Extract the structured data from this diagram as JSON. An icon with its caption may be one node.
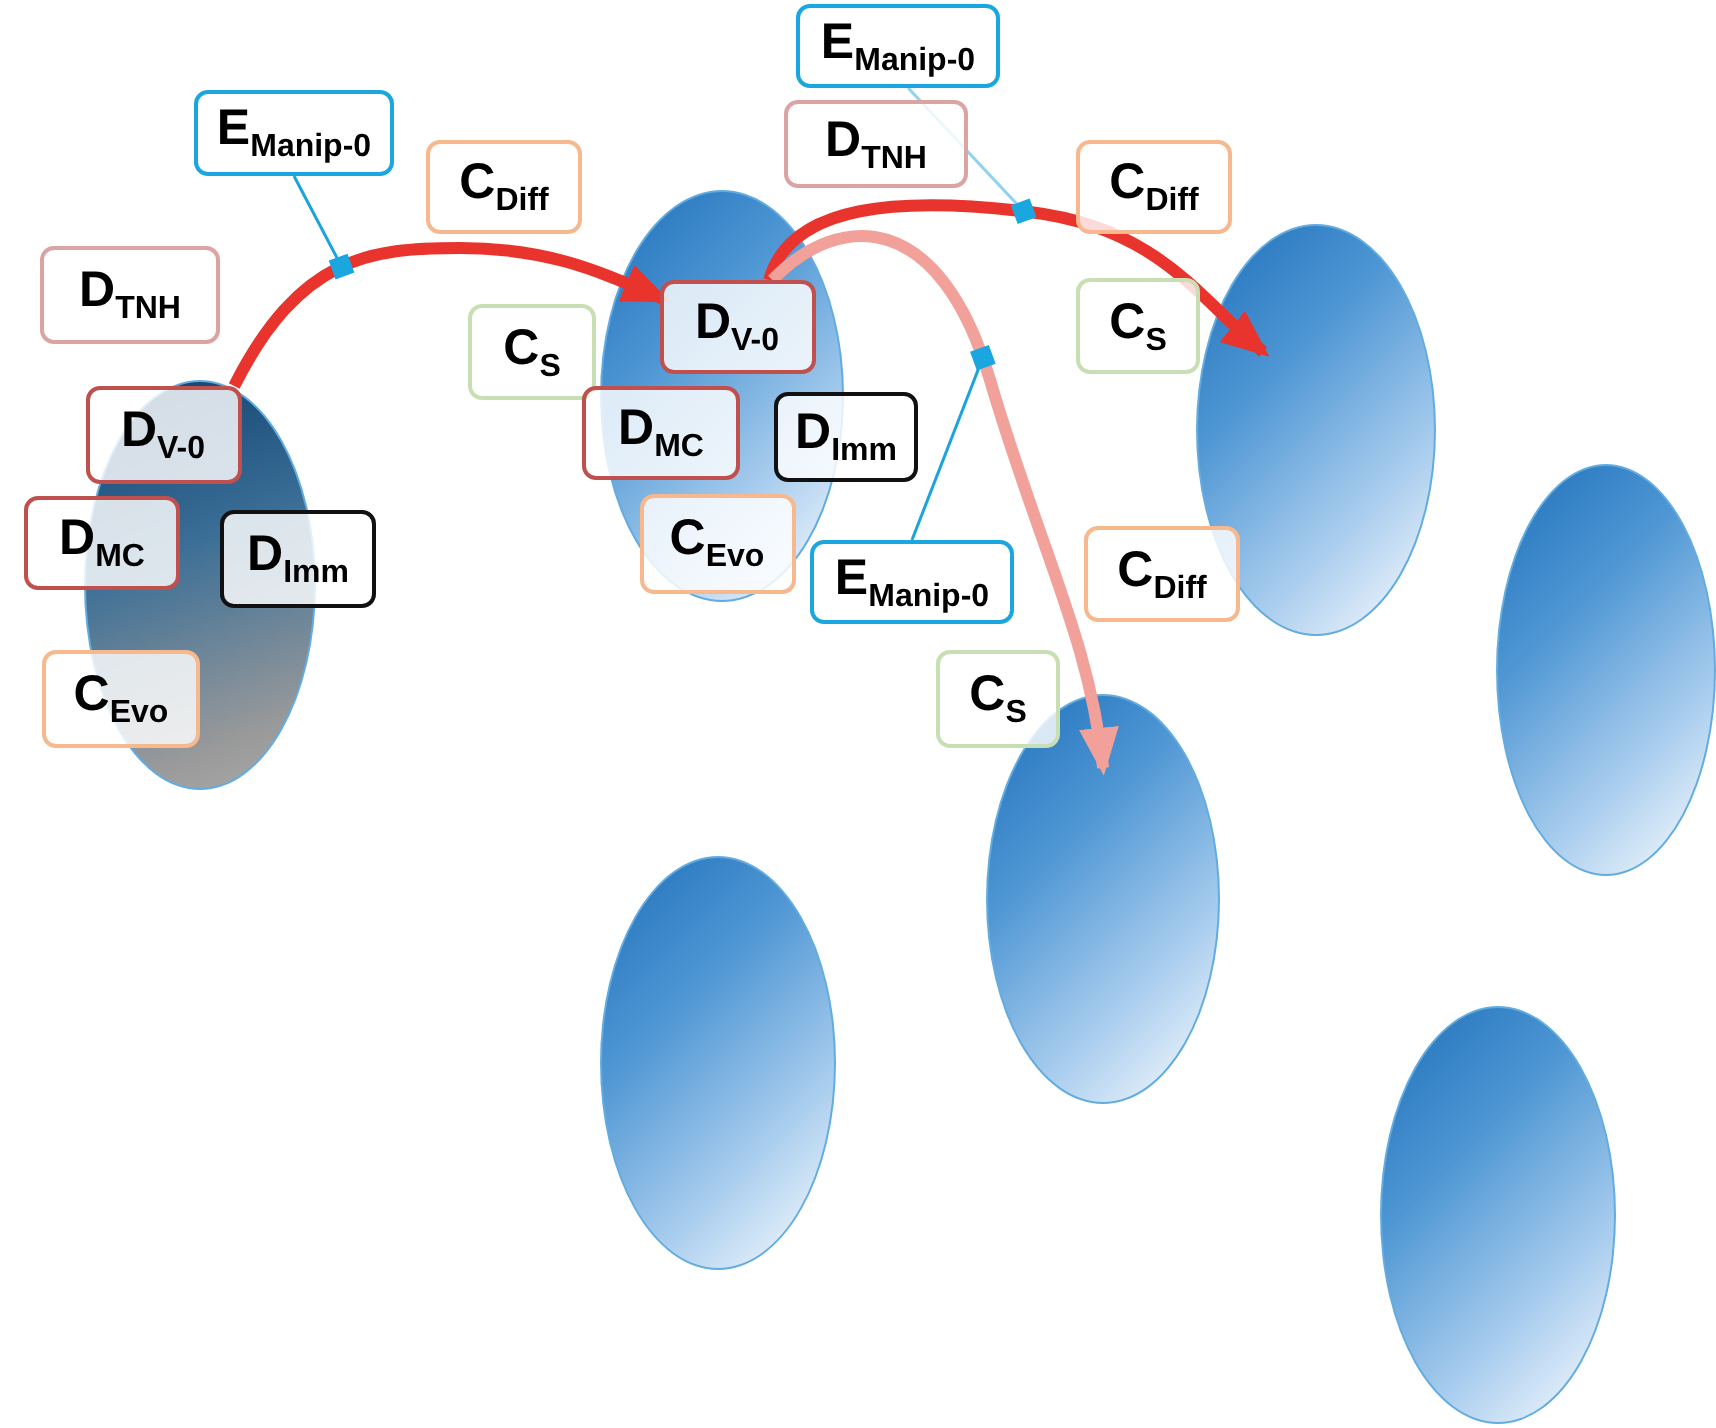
{
  "diagram": {
    "nodes": [
      {
        "text": [
          "E$_{Manip-0}$"
        ]
      },
      {
        "text": [
          "C$_{Diff}$"
        ]
      },
      {
        "text": [
          "D$_{TNH}$"
        ]
      },
      {
        "text": [
          "C$_{S}$"
        ]
      },
      {
        "text": [
          "D$_{V-0}$"
        ],
        "in": 19
      },
      {
        "text": [
          "D$_{MC}$"
        ]
      },
      {
        "text": [
          "D$_{Imm}$"
        ]
      },
      {
        "text": [
          "C$_{Evo}$"
        ]
      },
      {
        "text": [
          "E$_{Manip-0}$"
        ]
      },
      {
        "text": [
          "D$_{TNH}$"
        ]
      },
      {
        "text": [
          "C$_{Diff}$"
        ]
      },
      {
        "text": [
          "D$_{V-0}$"
        ],
        "in": 20
      },
      {
        "text": [
          "C$_{S}$"
        ]
      },
      {
        "text": [
          "D$_{MC}$"
        ]
      },
      {
        "text": [
          "D$_{Imm}$"
        ]
      },
      {
        "text": [
          "C$_{Evo}$"
        ],
        "in": 20
      },
      {
        "text": [
          "E$_{Manip-0}$"
        ]
      },
      {
        "text": [
          "C$_{Diff}$"
        ]
      },
      {
        "text": [
          "C$_{S}$"
        ]
      },
      {
        "text": [],
        "shape": "ellipse"
      },
      {
        "text": [],
        "shape": "ellipse"
      },
      {
        "text": [],
        "shape": "ellipse"
      },
      {
        "text": [],
        "shape": "ellipse"
      },
      {
        "text": [],
        "shape": "ellipse"
      },
      {
        "text": [],
        "shape": "ellipse"
      },
      {
        "text": [],
        "shape": "ellipse"
      }
    ],
    "edges": [
      {
        "from": 4,
        "to": 11,
        "arrow": "to",
        "style": "thick",
        "color": "#e8342c"
      },
      {
        "from": 11,
        "to": 21,
        "arrow": "to",
        "style": "thick",
        "color": "#e8342c"
      },
      {
        "from": 11,
        "to": 23,
        "arrow": "to",
        "style": "thick",
        "color": "#f2a09a"
      },
      {
        "from": 0,
        "to": null,
        "arrow": "none",
        "color": "#1aa3dc"
      },
      {
        "from": 8,
        "to": null,
        "arrow": "none",
        "color": "#8fd3ee"
      },
      {
        "from": 16,
        "to": null,
        "arrow": "none",
        "color": "#1aa3dc"
      }
    ]
  }
}
